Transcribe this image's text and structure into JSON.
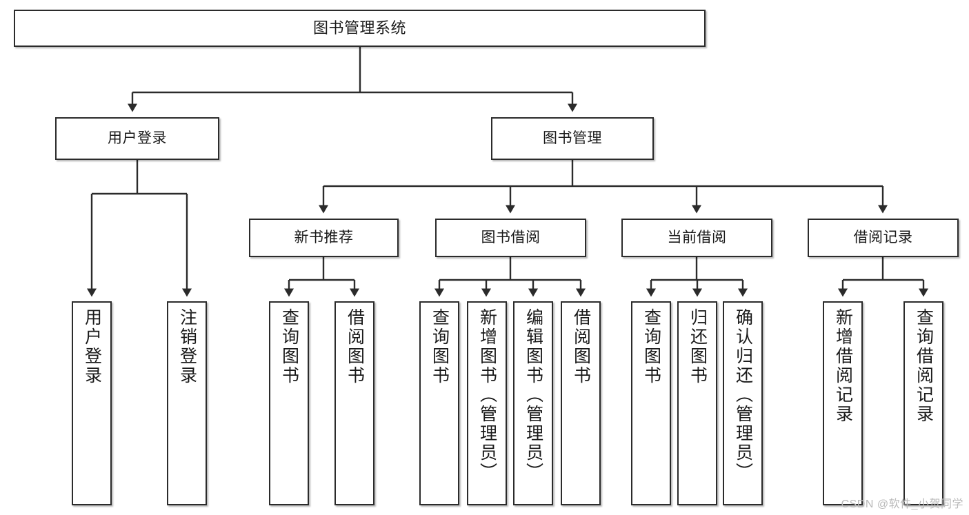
{
  "diagram": {
    "title": "图书管理系统",
    "type": "functional-decomposition-tree",
    "watermark": "CSDN @软件_小贺同学",
    "colors": {
      "box_border": "#2b2b2b",
      "box_fill": "#ffffff",
      "edge": "#2b2b2b",
      "text": "#1a1a1a",
      "watermark": "#b9b9b9"
    }
  },
  "nodes": {
    "root": {
      "label": "图书管理系统"
    },
    "level2": [
      {
        "id": "user-login",
        "label": "用户登录"
      },
      {
        "id": "book-management",
        "label": "图书管理"
      }
    ],
    "level3": [
      {
        "id": "new-book-recommend",
        "label": "新书推荐"
      },
      {
        "id": "book-borrow",
        "label": "图书借阅"
      },
      {
        "id": "current-borrow",
        "label": "当前借阅"
      },
      {
        "id": "borrow-record",
        "label": "借阅记录"
      }
    ],
    "leaves": {
      "user_login": [
        {
          "id": "leaf-user-login",
          "label": "用户登录"
        },
        {
          "id": "leaf-logout-login",
          "label": "注销登录"
        }
      ],
      "new_book_recommend": [
        {
          "id": "leaf-query-book-1",
          "label": "查询图书"
        },
        {
          "id": "leaf-borrow-book-1",
          "label": "借阅图书"
        }
      ],
      "book_borrow": [
        {
          "id": "leaf-query-book-2",
          "label": "查询图书"
        },
        {
          "id": "leaf-add-book",
          "label": "新增图书（管理员）"
        },
        {
          "id": "leaf-edit-book",
          "label": "编辑图书（管理员）"
        },
        {
          "id": "leaf-borrow-book-2",
          "label": "借阅图书"
        }
      ],
      "current_borrow": [
        {
          "id": "leaf-query-book-3",
          "label": "查询图书"
        },
        {
          "id": "leaf-return-book",
          "label": "归还图书"
        },
        {
          "id": "leaf-confirm-return",
          "label": "确认归还（管理员）"
        }
      ],
      "borrow_record": [
        {
          "id": "leaf-add-record",
          "label": "新增借阅记录"
        },
        {
          "id": "leaf-query-record",
          "label": "查询借阅记录"
        }
      ]
    }
  }
}
